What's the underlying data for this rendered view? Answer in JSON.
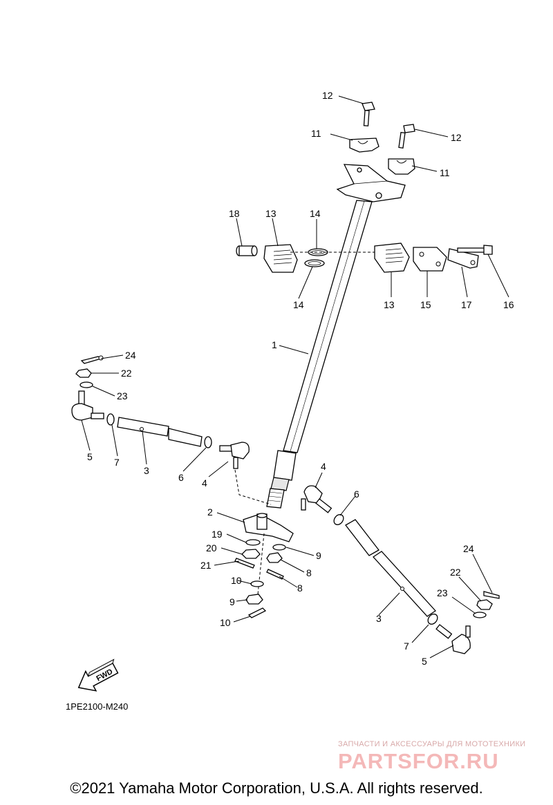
{
  "diagram": {
    "code": "1PE2100-M240",
    "fwd_label": "FWD",
    "callouts": [
      "12",
      "11",
      "12",
      "11",
      "18",
      "13",
      "14",
      "14",
      "13",
      "15",
      "17",
      "16",
      "1",
      "24",
      "22",
      "23",
      "5",
      "7",
      "3",
      "6",
      "4",
      "2",
      "4",
      "6",
      "19",
      "20",
      "21",
      "9",
      "8",
      "10",
      "9",
      "8",
      "10",
      "24",
      "22",
      "23",
      "3",
      "7",
      "5"
    ]
  },
  "footer": {
    "copyright": "©2021 Yamaha Motor Corporation, U.S.A. All rights reserved."
  },
  "watermark": {
    "tagline": "ЗАПЧАСТИ И АКСЕССУАРЫ ДЛЯ МОТОТЕХНИКИ",
    "logo": "PARTSFOR.RU"
  }
}
